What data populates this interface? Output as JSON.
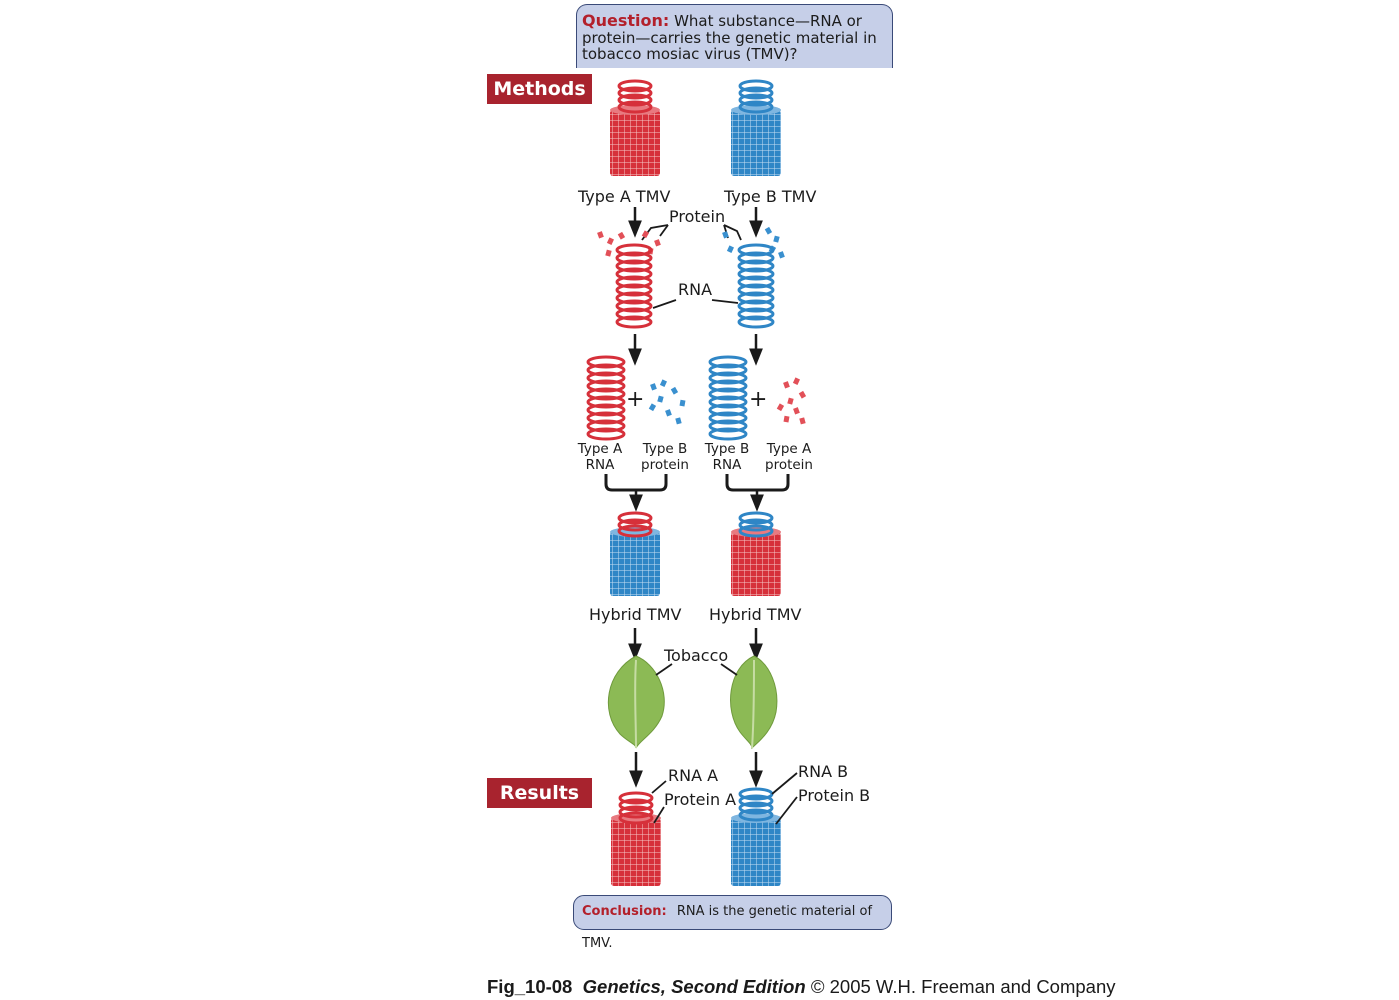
{
  "question": {
    "label": "Question:",
    "text": "What substance—RNA or protein—carries the genetic material in tobacco mosiac virus (TMV)?"
  },
  "methods_tag": "Methods",
  "results_tag": "Results",
  "labels": {
    "type_a_tmv": "Type A TMV",
    "type_b_tmv": "Type B TMV",
    "protein": "Protein",
    "rna": "RNA",
    "plus_left": "+",
    "plus_right": "+",
    "mix1_rna_line1": "Type A",
    "mix1_rna_line2": "RNA",
    "mix1_protein_line1": "Type B",
    "mix1_protein_line2": "protein",
    "mix2_rna_line1": "Type B",
    "mix2_rna_line2": "RNA",
    "mix2_protein_line1": "Type A",
    "mix2_protein_line2": "protein",
    "hybrid_left": "Hybrid TMV",
    "hybrid_right": "Hybrid TMV",
    "tobacco": "Tobacco",
    "rna_a": "RNA A",
    "protein_a": "Protein A",
    "rna_b": "RNA B",
    "protein_b": "Protein B"
  },
  "conclusion": {
    "label": "Conclusion:",
    "text": "RNA is the genetic material of TMV."
  },
  "caption": {
    "fig_id": "Fig_10-08",
    "book": "Genetics, Second Edition",
    "rest": "© 2005 W.H. Freeman and Company"
  },
  "colors": {
    "type_a_red": "#d6303a",
    "type_b_blue": "#2f86c6",
    "tag_red": "#a8232e",
    "box_fill": "#c6cfe8",
    "leaf_green": "#8cba55"
  }
}
